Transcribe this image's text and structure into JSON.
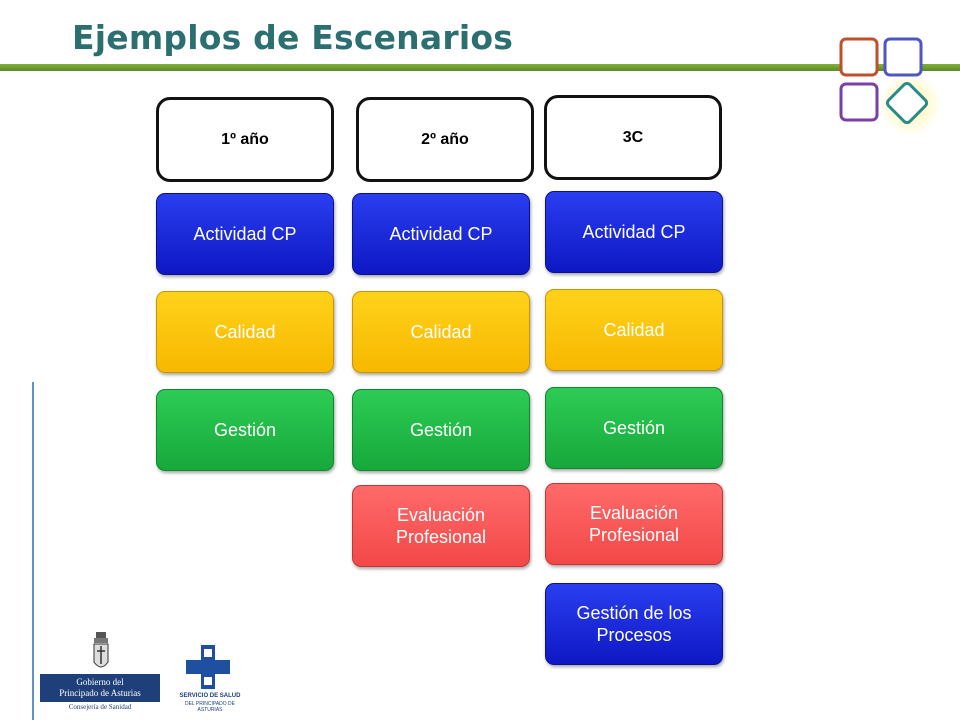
{
  "title": "Ejemplos de Escenarios",
  "columns": [
    {
      "header": "1º año",
      "boxes": [
        "Actividad CP",
        "Calidad",
        "Gestión"
      ]
    },
    {
      "header": "2º año",
      "boxes": [
        "Actividad CP",
        "Calidad",
        "Gestión",
        "Evaluación Profesional"
      ]
    },
    {
      "header": "3C",
      "boxes": [
        "Actividad CP",
        "Calidad",
        "Gestión",
        "Evaluación Profesional",
        "Gestión de los Procesos"
      ]
    }
  ],
  "colors": {
    "title": "#2b6f70",
    "actividad": "#1a2be0",
    "calidad": "#ffc107",
    "gestion": "#22bb48",
    "evaluacion": "#f55a5a",
    "procesos": "#1a2be0"
  },
  "logos": {
    "gobierno": {
      "line1": "Gobierno del",
      "line2": "Principado de Asturias",
      "line3": "Consejería de Sanidad"
    },
    "sespa": {
      "line1": "SERVICIO DE SALUD",
      "line2": "DEL PRINCIPADO DE ASTURIAS"
    }
  }
}
